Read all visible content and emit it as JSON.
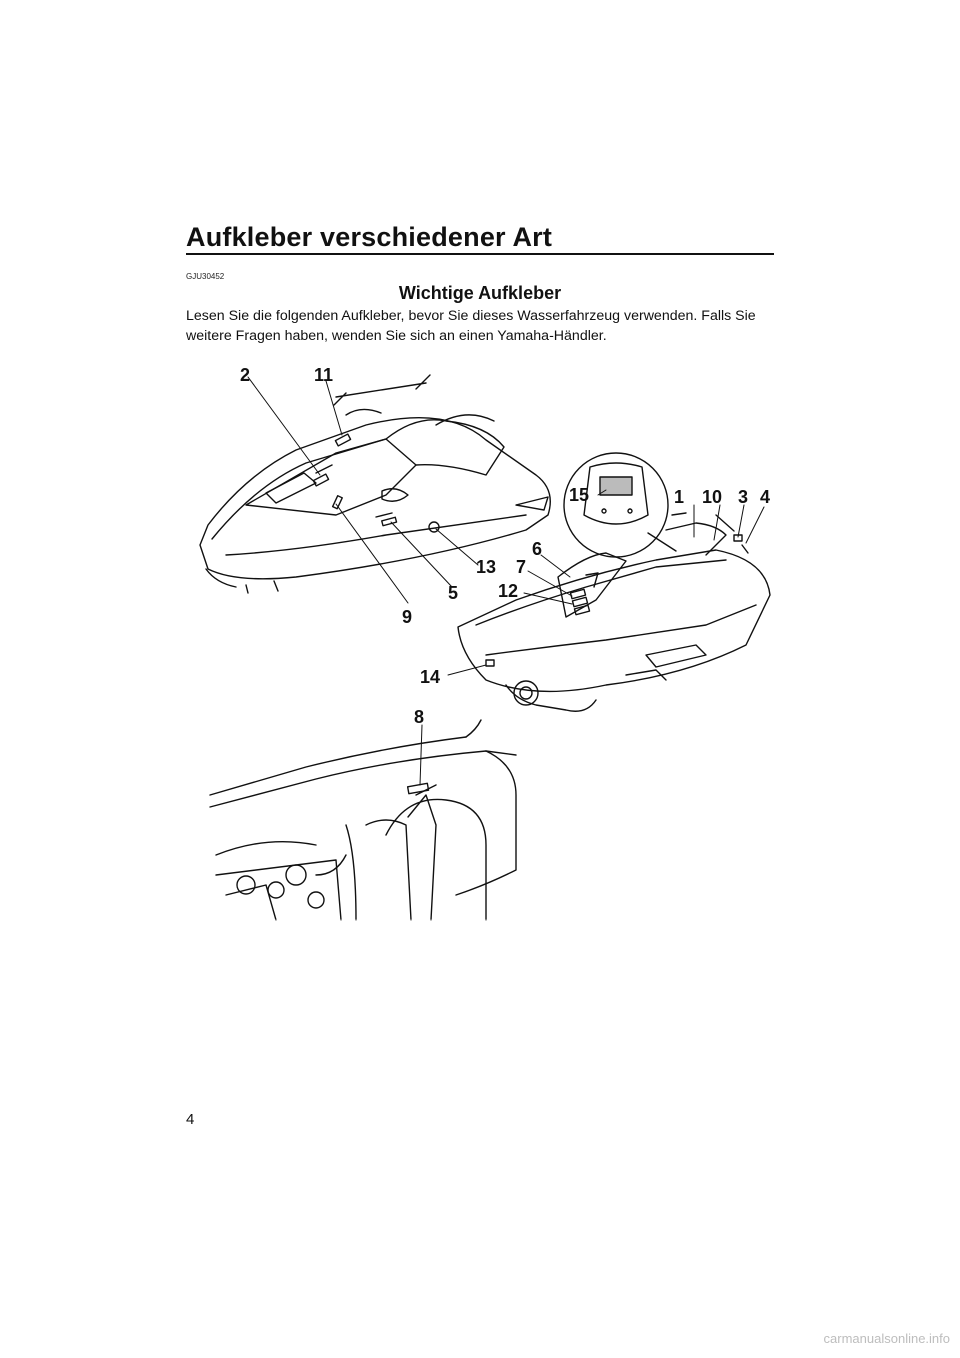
{
  "header": {
    "title": "Aufkleber verschiedener Art"
  },
  "section": {
    "code": "GJU30452",
    "heading": "Wichtige Aufkleber",
    "intro_line1": "Lesen Sie die folgenden Aufkleber, bevor Sie dieses Wasserfahrzeug verwenden. Falls Sie",
    "intro_line2": "weitere Fragen haben, wenden Sie sich an einen Yamaha-Händler."
  },
  "figure": {
    "callouts": [
      "2",
      "11",
      "15",
      "1",
      "10",
      "3",
      "4",
      "6",
      "13",
      "7",
      "12",
      "5",
      "9",
      "14",
      "8"
    ]
  },
  "footer": {
    "page_number": "4",
    "watermark": "carmanualsonline.info"
  }
}
